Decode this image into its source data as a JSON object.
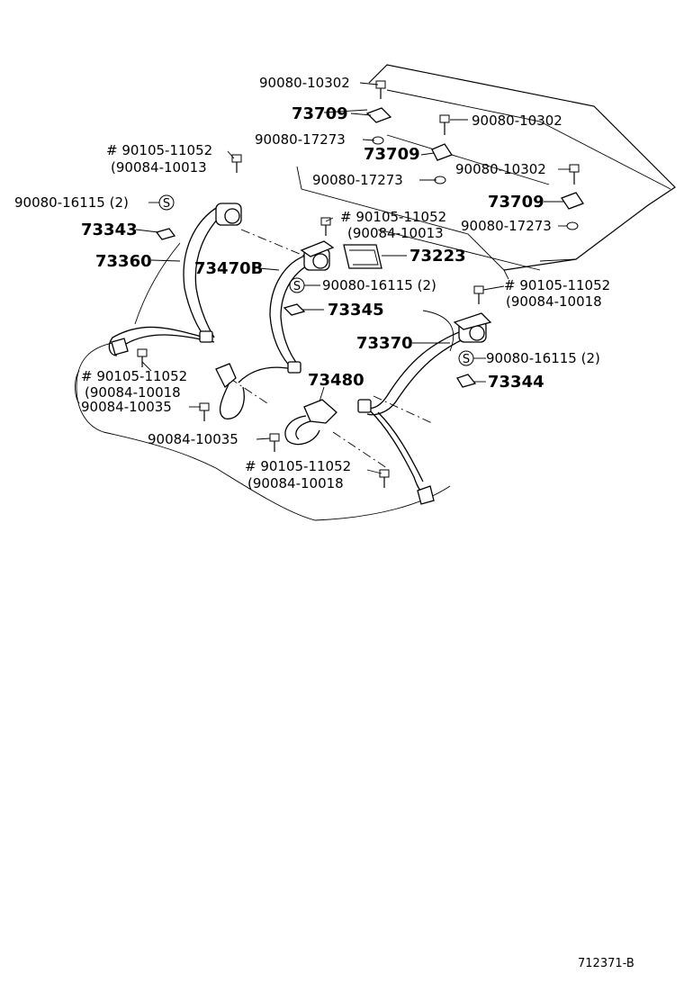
{
  "diagram_id": "712371-B",
  "labels": {
    "l1": "90080-10302",
    "l2": "73709",
    "l3": "90080-10302",
    "l4": "90080-17273",
    "l5": "73709",
    "l6": "90080-10302",
    "l7": "# 90105-11052",
    "l8": "(90084-10013",
    "l9": "90080-17273",
    "l10": "73709",
    "l11": "90080-16115 (2)",
    "l12": "S",
    "l13": "73343",
    "l14": "# 90105-11052",
    "l15": "(90084-10013",
    "l16": "90080-17273",
    "l17": "73360",
    "l18": "73470B",
    "l19": "73223",
    "l20": "S",
    "l21": "90080-16115 (2)",
    "l22": "# 90105-11052",
    "l23": "(90084-10018",
    "l24": "73345",
    "l25": "73370",
    "l26": "S",
    "l27": "90080-16115 (2)",
    "l28": "# 90105-11052",
    "l29": "(90084-10018",
    "l30": "73480",
    "l31": "73344",
    "l32": "90084-10035",
    "l33": "90084-10035",
    "l34": "# 90105-11052",
    "l35": "(90084-10018"
  }
}
